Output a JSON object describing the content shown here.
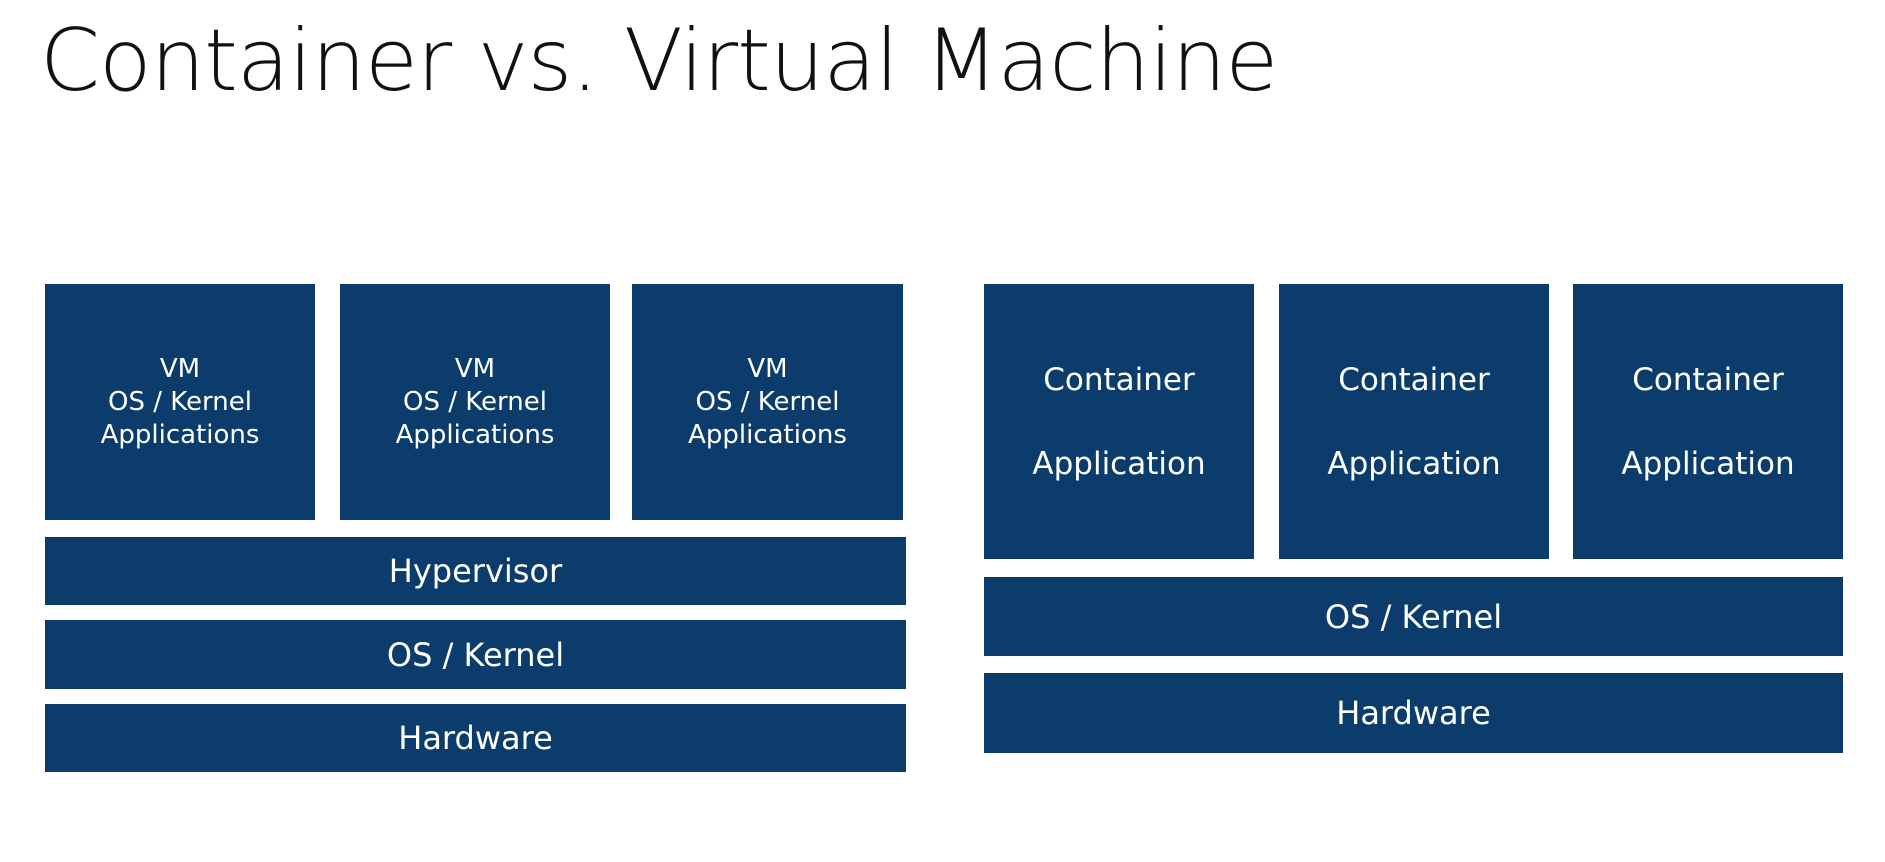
{
  "title": "Container vs. Virtual Machine",
  "colors": {
    "block": "#0c3c6b",
    "text": "#ffffff",
    "title": "#111111",
    "background": "#ffffff"
  },
  "vm_stack": {
    "vms": [
      {
        "line1": "VM",
        "line2": "OS / Kernel",
        "line3": "Applications"
      },
      {
        "line1": "VM",
        "line2": "OS / Kernel",
        "line3": "Applications"
      },
      {
        "line1": "VM",
        "line2": "OS / Kernel",
        "line3": "Applications"
      }
    ],
    "layers": [
      "Hypervisor",
      "OS / Kernel",
      "Hardware"
    ]
  },
  "container_stack": {
    "containers": [
      {
        "line1": "Container",
        "line2": "Application"
      },
      {
        "line1": "Container",
        "line2": "Application"
      },
      {
        "line1": "Container",
        "line2": "Application"
      }
    ],
    "layers": [
      "OS / Kernel",
      "Hardware"
    ]
  }
}
